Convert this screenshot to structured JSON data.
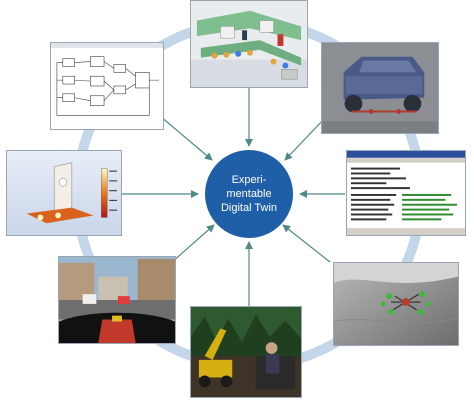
{
  "diagram": {
    "center_lines": [
      "Experi-",
      "mentable",
      "Digital Twin"
    ],
    "colors": {
      "ring": "#c3d6ea",
      "center_fill": "#1f5fa8",
      "arrow": "#4f8a86",
      "tile_border": "#9aa6b3"
    },
    "tiles": [
      {
        "name": "factory-simulation"
      },
      {
        "name": "vehicle-3d-model"
      },
      {
        "name": "source-code-listing"
      },
      {
        "name": "planetary-rover-terrain"
      },
      {
        "name": "forestry-machine-vr"
      },
      {
        "name": "driving-simulator"
      },
      {
        "name": "fem-thermal-analysis"
      },
      {
        "name": "block-diagram-model"
      }
    ]
  }
}
